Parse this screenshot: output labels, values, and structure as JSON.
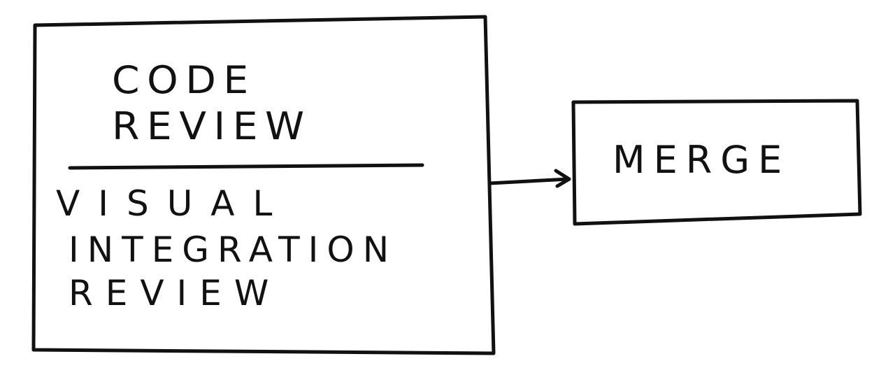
{
  "left_box": {
    "top_section": [
      "CODE",
      "REVIEW"
    ],
    "bottom_section": [
      "VISUAL",
      "INTEGRATION",
      "REVIEW"
    ]
  },
  "right_box": {
    "label": "MERGE"
  },
  "colors": {
    "ink": "#111111",
    "background": "#ffffff"
  }
}
